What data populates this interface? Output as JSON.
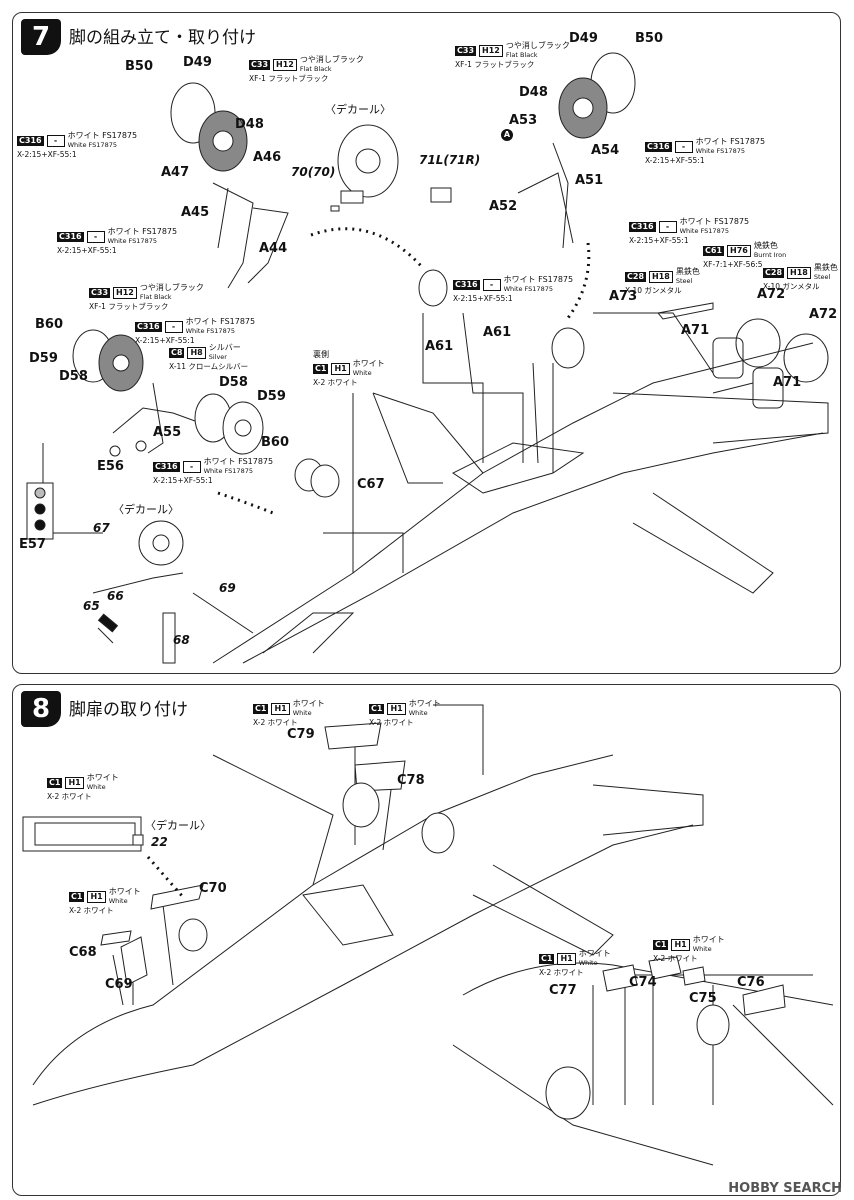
{
  "step7": {
    "number": "7",
    "title": "脚の組み立て・取り付け",
    "decal_label_top": "〈デカール〉",
    "decal_label_bottom": "〈デカール〉",
    "parts": [
      "B50",
      "D49",
      "D48",
      "A46",
      "A47",
      "A45",
      "A44",
      "D49",
      "B50",
      "D48",
      "A53",
      "A54",
      "A51",
      "A52",
      "A61",
      "A61",
      "A73",
      "A71",
      "A72",
      "A72",
      "A71",
      "B60",
      "D59",
      "D58",
      "D58",
      "D59",
      "A55",
      "B60",
      "E56",
      "E57",
      "C67"
    ],
    "decal_numbers": [
      "70(70)",
      "71L(71R)",
      "67",
      "65",
      "66",
      "68",
      "69"
    ],
    "reverse_side_note": "裏側",
    "circle_mark": "A"
  },
  "step8": {
    "number": "8",
    "title": "脚扉の取り付け",
    "decal_label": "〈デカール〉",
    "parts": [
      "C79",
      "C78",
      "C70",
      "C68",
      "C69",
      "C77",
      "C74",
      "C75",
      "C76"
    ],
    "decal_numbers": [
      "22"
    ]
  },
  "colors": {
    "c316": {
      "code": "C316",
      "h": "-",
      "name": "ホワイト FS17875",
      "sub": "White FS17875",
      "mix": "X-2:15+XF-55:1"
    },
    "c33": {
      "code": "C33",
      "h": "H12",
      "name": "つや消しブラック",
      "sub": "Flat Black",
      "mix": "XF-1 フラットブラック"
    },
    "c8": {
      "code": "C8",
      "h": "H8",
      "name": "シルバー",
      "sub": "Silver",
      "mix": "X-11 クロームシルバー"
    },
    "c61": {
      "code": "C61",
      "h": "H76",
      "name": "焼鉄色",
      "sub": "Burnt Iron",
      "mix": "XF-7:1+XF-56:5"
    },
    "c28": {
      "code": "C28",
      "h": "H18",
      "name": "黒鉄色",
      "sub": "Steel",
      "mix": "X-10 ガンメタル"
    },
    "c1": {
      "code": "C1",
      "h": "H1",
      "name": "ホワイト",
      "sub": "White",
      "mix": "X-2 ホワイト"
    }
  },
  "watermark": "HOBBY SEARCH"
}
